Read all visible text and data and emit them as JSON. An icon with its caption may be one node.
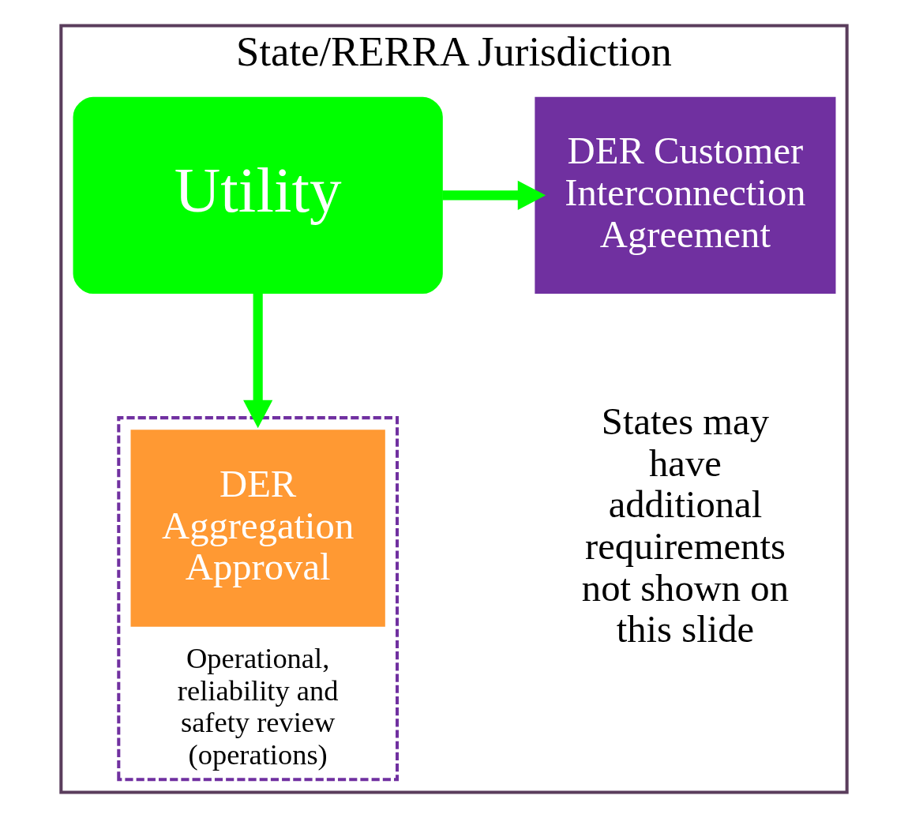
{
  "diagram": {
    "nodes": [
      {
        "text": [
          "State/RERRA Jurisdiction"
        ]
      },
      {
        "text": [
          "Utility"
        ],
        "in": 0
      },
      {
        "text": [
          "DER Customer Interconnection Agreement"
        ],
        "in": 0
      },
      {
        "text": [
          "Operational, reliability and safety review (operations)"
        ],
        "in": 0
      },
      {
        "text": [
          "DER Aggregation Approval"
        ],
        "in": 3
      }
    ],
    "edges": [
      {
        "from": 1,
        "to": 2,
        "arrow": "to"
      },
      {
        "from": 1,
        "to": 3,
        "arrow": "to"
      }
    ],
    "labels": [
      "States may have additional requirements not shown on this slide"
    ]
  }
}
